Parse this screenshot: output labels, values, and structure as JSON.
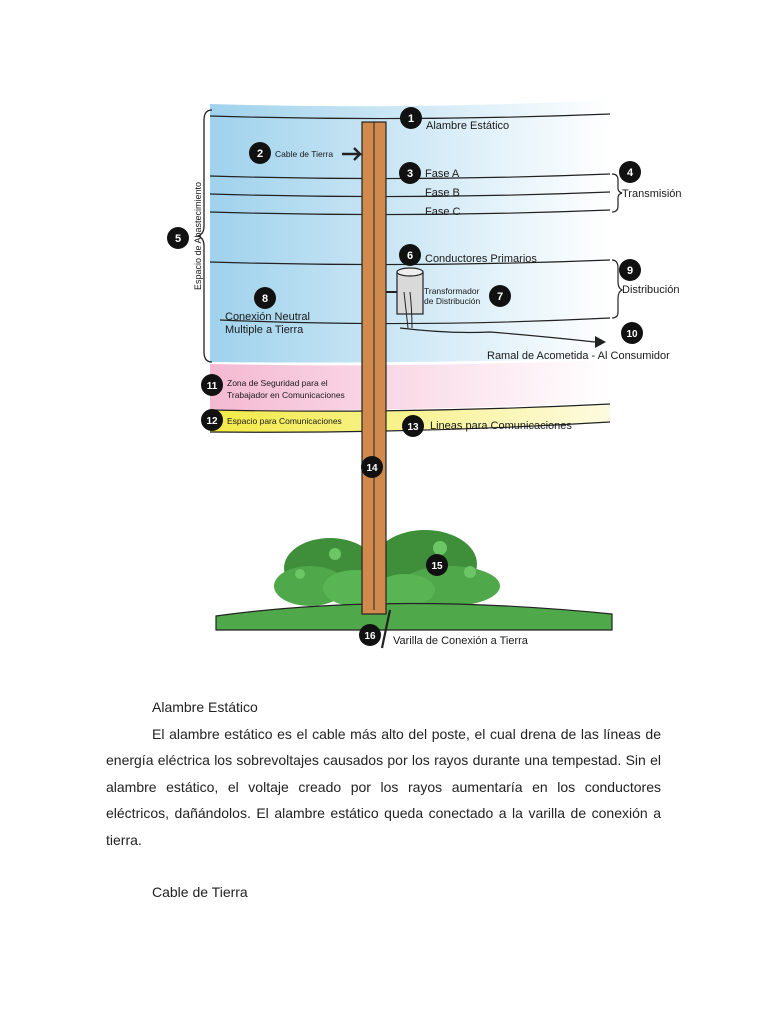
{
  "figure": {
    "labels": {
      "l1": "Alambre Estático",
      "l2": "Cable de Tierra",
      "l3": "Fase A",
      "l3b": "Fase B",
      "l3c": "Fase C",
      "l4": "Transmisión",
      "l5": "Espacio de Abastecimiento",
      "l6": "Conductores Primarios",
      "l7a": "Transformador",
      "l7b": "de Distribución",
      "l8a": "Conexión Neutral",
      "l8b": "Multiple a Tierra",
      "l9": "Distribución",
      "l10": "Ramal de Acometida - Al Consumidor",
      "l11a": "Zona de Seguridad para el",
      "l11b": "Trabajador en Comunicaciones",
      "l12": "Espacio para Comunicaciones",
      "l13": "Lineas para Comunicaciones",
      "l16": "Varilla de Conexión a Tierra"
    },
    "numbers": {
      "n1": "1",
      "n2": "2",
      "n3": "3",
      "n4": "4",
      "n5": "5",
      "n6": "6",
      "n7": "7",
      "n8": "8",
      "n9": "9",
      "n10": "10",
      "n11": "11",
      "n12": "12",
      "n13": "13",
      "n14": "14",
      "n15": "15",
      "n16": "16"
    },
    "colors": {
      "sky": "#a9d7ee",
      "pink": "#f6c9dc",
      "yellow": "#f7ef5a",
      "pole": "#d08a4e",
      "grass": "#4fa84a",
      "bush": "#3f8f3a"
    }
  },
  "text": {
    "heading1": "Alambre Estático",
    "para1": "El alambre estático es el cable más alto del poste, el cual drena de las líneas de energía eléctrica los sobrevoltajes causados por los rayos durante una tempestad. Sin el alambre estático, el voltaje creado por los rayos aumentaría en los conductores eléctricos, dañándolos. El alambre estático queda conectado a la varilla de conexión a tierra.",
    "heading2": "Cable de Tierra"
  }
}
